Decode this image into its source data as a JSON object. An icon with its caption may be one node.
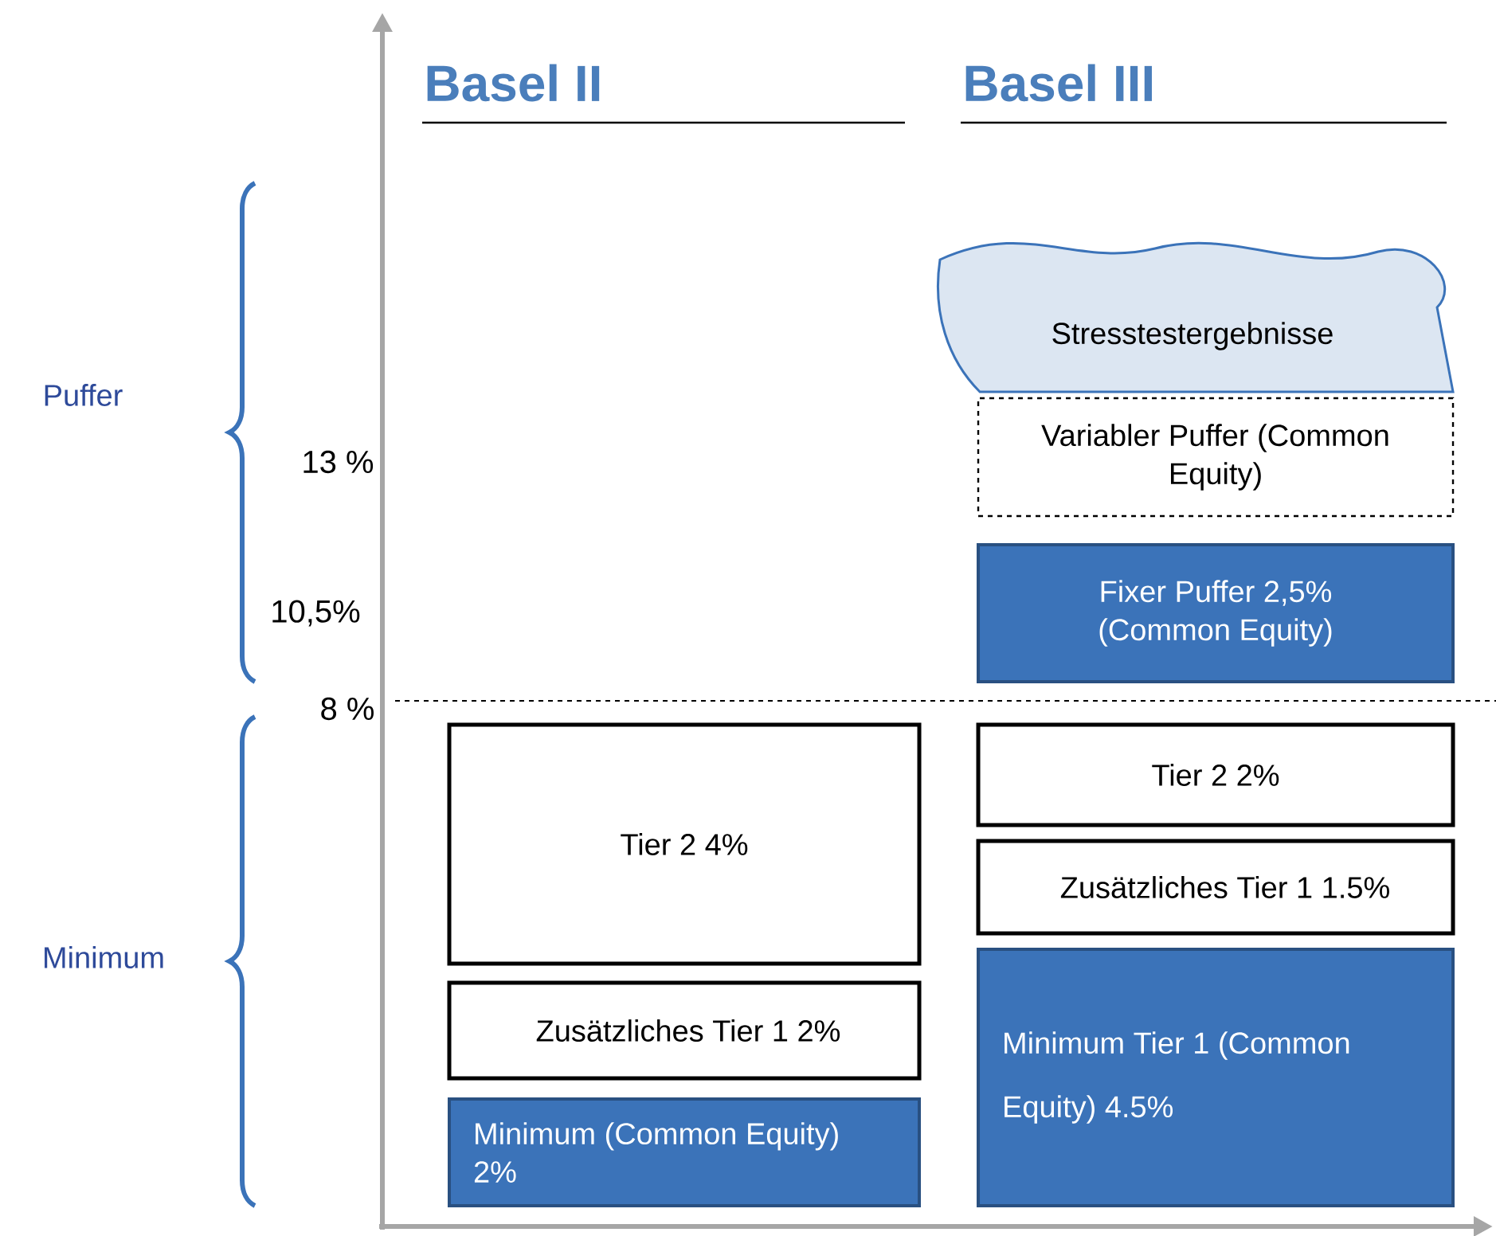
{
  "diagram": {
    "nodes": [
      {
        "text": [
          "Tier 2 4%"
        ]
      },
      {
        "text": [
          "Zusätzliches Tier 1 2%"
        ]
      },
      {
        "text": [
          "Minimum (Common Equity) 2%"
        ]
      },
      {
        "text": [
          "Stresstestergebnisse"
        ]
      },
      {
        "text": [
          "Variabler Puffer (Common Equity)"
        ]
      },
      {
        "text": [
          "Fixer Puffer 2,5% (Common Equity)"
        ]
      },
      {
        "text": [
          "Tier 2 2%"
        ]
      },
      {
        "text": [
          "Zusätzliches Tier 1 1.5%"
        ]
      },
      {
        "text": [
          "Minimum Tier 1 (Common Equity) 4.5%"
        ]
      }
    ],
    "labels": [
      "Basel II",
      "Basel III",
      "Puffer",
      "13 %",
      "10,5%",
      "8 %",
      "Minimum"
    ]
  }
}
